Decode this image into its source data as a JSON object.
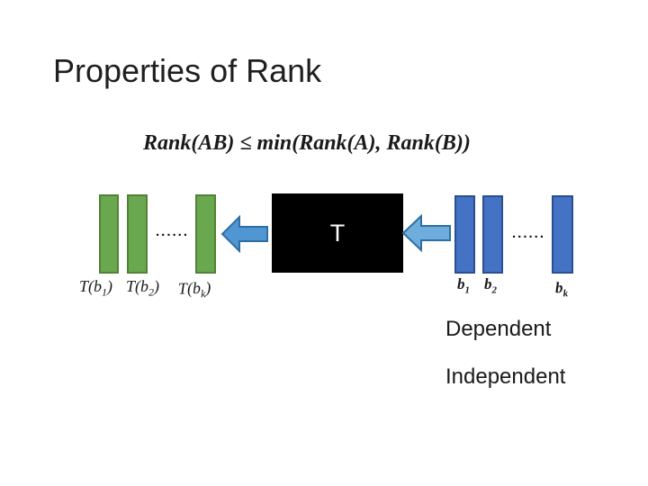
{
  "slide": {
    "title": "Properties of Rank",
    "formula": "Rank(AB) ≤ min(Rank(A), Rank(B))"
  },
  "diagram": {
    "box_label": "T",
    "left_dots": "......",
    "right_dots": "......",
    "green_labels": [
      {
        "pre": "T(b",
        "sub": "1",
        "post": ")"
      },
      {
        "pre": "T(b",
        "sub": "2",
        "post": ")"
      },
      {
        "pre": "T(b",
        "sub": "k",
        "post": ")"
      }
    ],
    "blue_labels": [
      {
        "pre": "b",
        "sub": "1"
      },
      {
        "pre": "b",
        "sub": "2"
      },
      {
        "pre": "b",
        "sub": "k"
      }
    ]
  },
  "annotations": {
    "dependent": "Dependent",
    "independent": "Independent"
  },
  "colors": {
    "green_fill": "#6aa84f",
    "green_stroke": "#538135",
    "blue_fill": "#4472c4",
    "blue_stroke": "#2a4f8f",
    "arrow_left_fill": "#4f96d3",
    "arrow_right_fill": "#6faddd",
    "arrow_stroke": "#2e6fa3",
    "box_fill": "#000000"
  }
}
